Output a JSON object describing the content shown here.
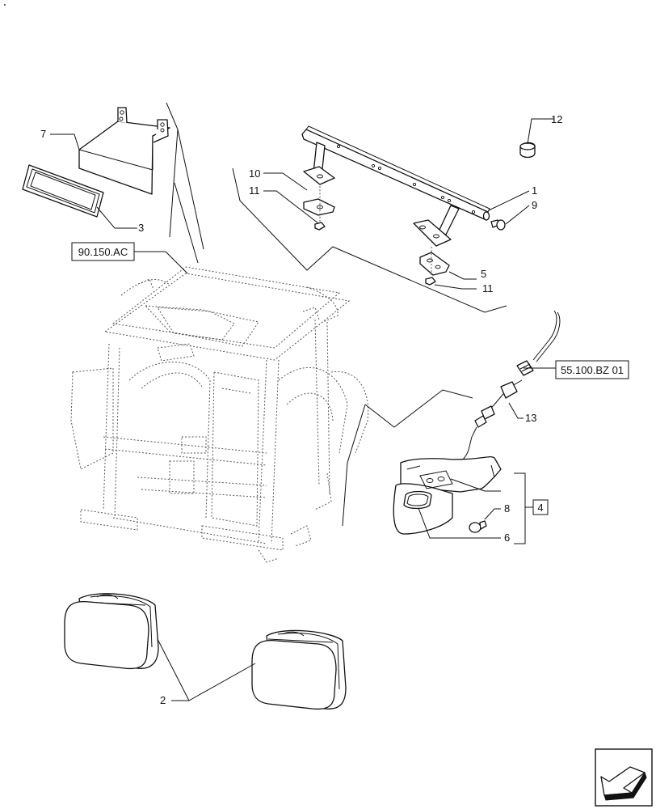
{
  "callouts": {
    "c1": "1",
    "c2": "2",
    "c3": "3",
    "c5": "5",
    "c6": "6",
    "c7": "7",
    "c8": "8",
    "c9": "9",
    "c10": "10",
    "c11a": "11",
    "c11b": "11",
    "c12": "12",
    "c13": "13"
  },
  "group_box": {
    "label": "4"
  },
  "references": {
    "cab": "90.150.AC",
    "harness": "55.100.BZ 01"
  },
  "icons": {
    "corner": "next-page-arrow-icon",
    "top_mark": "corner-dot"
  }
}
